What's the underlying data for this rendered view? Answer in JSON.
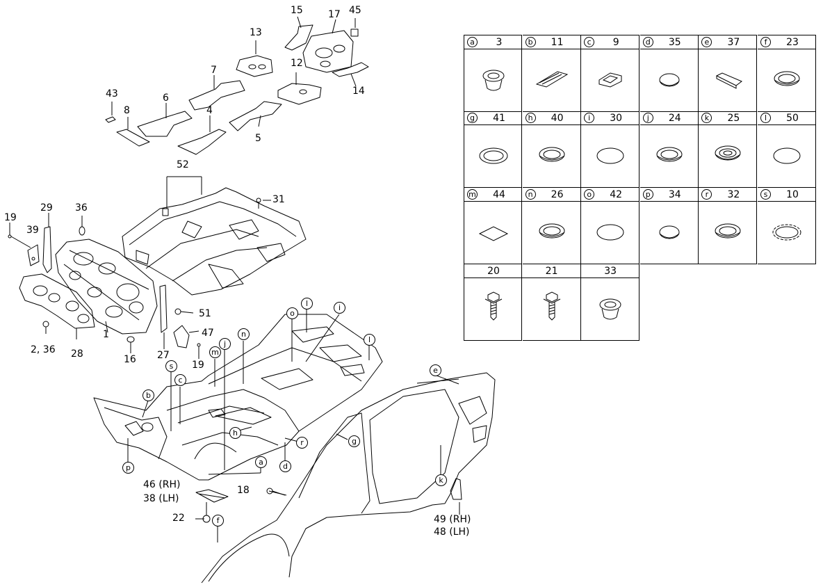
{
  "callouts": {
    "n15": "15",
    "n17": "17",
    "n45": "45",
    "n13": "13",
    "n12": "12",
    "n14": "14",
    "n7": "7",
    "n43": "43",
    "n8": "8",
    "n6": "6",
    "n4": "4",
    "n5": "5",
    "n52": "52",
    "n31": "31",
    "n19a": "19",
    "n29": "29",
    "n36": "36",
    "n39": "39",
    "n51": "51",
    "n47": "47",
    "n19b": "19",
    "n1": "1",
    "n2_36": "2, 36",
    "n28": "28",
    "n16": "16",
    "n27": "27",
    "n18": "18",
    "n46": "46 (RH)",
    "n38": "38 (LH)",
    "n22": "22",
    "n49": "49 (RH)",
    "n48": "48 (LH)"
  },
  "letters": {
    "l_o": "o",
    "l_l1": "l",
    "l_i": "i",
    "l_l2": "l",
    "l_j": "j",
    "l_n": "n",
    "l_m": "m",
    "l_s": "s",
    "l_c": "c",
    "l_b": "b",
    "l_e": "e",
    "l_h": "h",
    "l_r": "r",
    "l_g": "g",
    "l_a": "a",
    "l_d": "d",
    "l_p": "p",
    "l_k": "k",
    "l_f": "f"
  },
  "parts_table": [
    {
      "letter": "a",
      "number": "3",
      "icon": "grommet-plug-icon"
    },
    {
      "letter": "b",
      "number": "11",
      "icon": "rubber-strip-icon"
    },
    {
      "letter": "c",
      "number": "9",
      "icon": "square-plug-icon"
    },
    {
      "letter": "d",
      "number": "35",
      "icon": "oval-plug-icon"
    },
    {
      "letter": "e",
      "number": "37",
      "icon": "pad-icon"
    },
    {
      "letter": "f",
      "number": "23",
      "icon": "round-plug-icon"
    },
    {
      "letter": "g",
      "number": "41",
      "icon": "flat-plug-icon"
    },
    {
      "letter": "h",
      "number": "40",
      "icon": "round-plug-icon"
    },
    {
      "letter": "i",
      "number": "30",
      "icon": "disc-plug-icon"
    },
    {
      "letter": "j",
      "number": "24",
      "icon": "round-plug-icon"
    },
    {
      "letter": "k",
      "number": "25",
      "icon": "grommet-ring-icon"
    },
    {
      "letter": "l",
      "number": "50",
      "icon": "disc-plug-icon"
    },
    {
      "letter": "m",
      "number": "44",
      "icon": "square-pad-icon"
    },
    {
      "letter": "n",
      "number": "26",
      "icon": "round-plug-icon"
    },
    {
      "letter": "o",
      "number": "42",
      "icon": "disc-plug-icon"
    },
    {
      "letter": "p",
      "number": "34",
      "icon": "oval-plug-icon"
    },
    {
      "letter": "r",
      "number": "32",
      "icon": "round-plug-icon"
    },
    {
      "letter": "s",
      "number": "10",
      "icon": "serrated-plug-icon"
    },
    {
      "letter": "",
      "number": "20",
      "icon": "bolt-icon"
    },
    {
      "letter": "",
      "number": "21",
      "icon": "bolt-icon"
    },
    {
      "letter": "",
      "number": "33",
      "icon": "grommet-plug-icon"
    }
  ]
}
